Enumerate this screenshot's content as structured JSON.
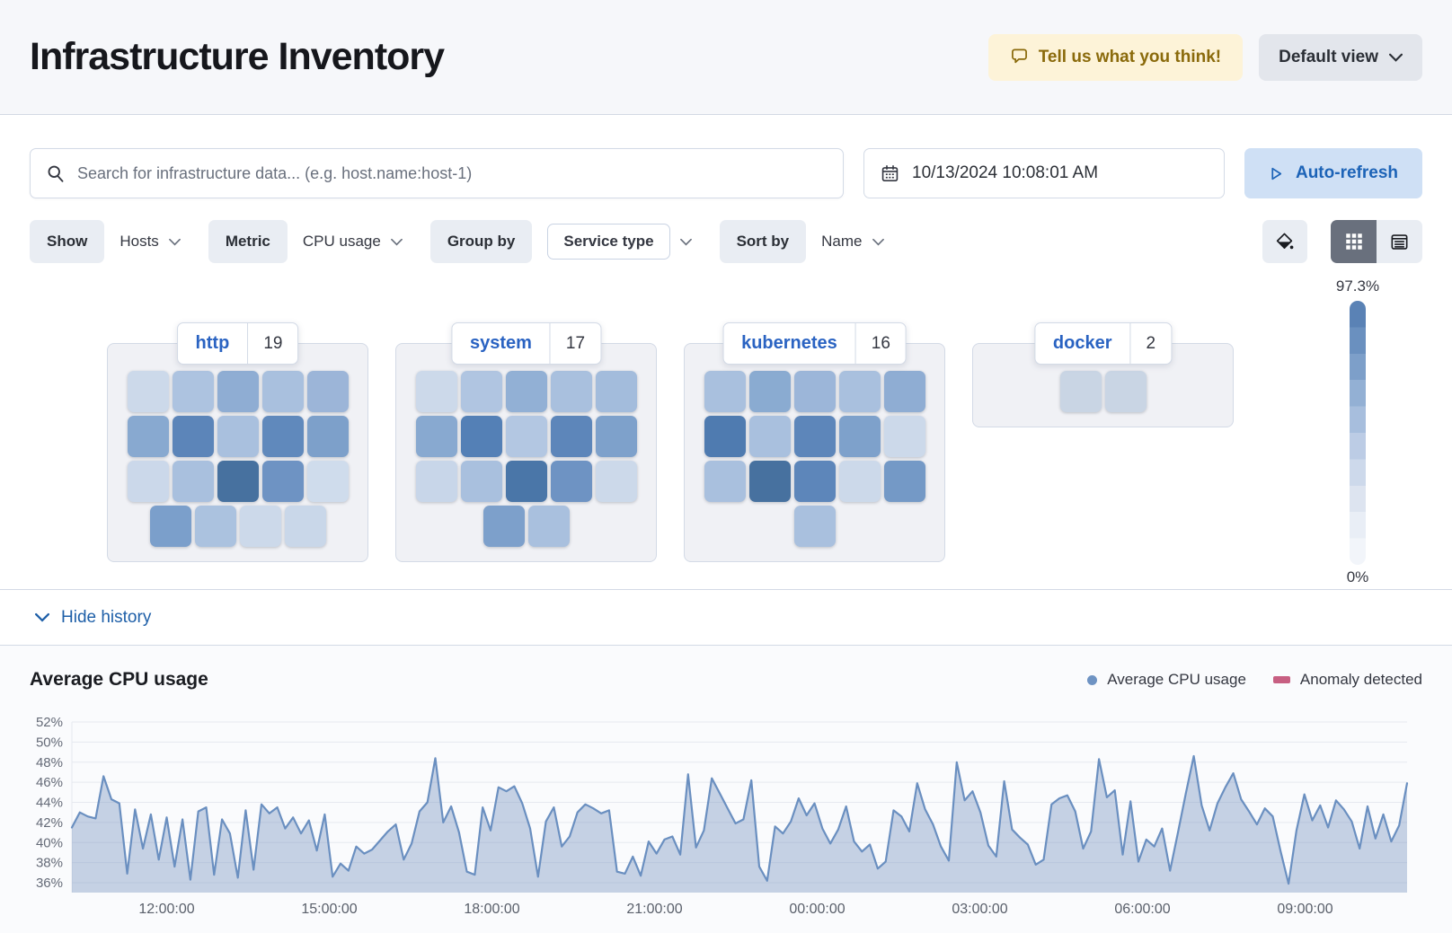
{
  "header": {
    "title": "Infrastructure Inventory",
    "feedback_label": "Tell us what you think!",
    "view_label": "Default view"
  },
  "toolbar": {
    "search_placeholder": "Search for infrastructure data... (e.g. host.name:host-1)",
    "date_time": "10/13/2024 10:08:01 AM",
    "auto_refresh_label": "Auto-refresh"
  },
  "filters": {
    "show_label": "Show",
    "show_value": "Hosts",
    "metric_label": "Metric",
    "metric_value": "CPU usage",
    "group_by_label": "Group by",
    "group_by_value": "Service type",
    "sort_by_label": "Sort by",
    "sort_by_value": "Name"
  },
  "waffle": {
    "legend_max": "97.3%",
    "legend_min": "0%",
    "legend_colors": [
      "#5a82b5",
      "#6a90bf",
      "#7d9fc9",
      "#93b0d4",
      "#a7bedd",
      "#bccce5",
      "#cdd9eb",
      "#dde4f0",
      "#e9eef6",
      "#f2f5fa"
    ],
    "groups": [
      {
        "name": "http",
        "count": "19",
        "tiles": [
          "#ccd9ea",
          "#adc3e0",
          "#8fadd3",
          "#a9c0de",
          "#9cb5d8",
          "#88a9d0",
          "#5c85b9",
          "#a9c0de",
          "#6089bc",
          "#7da0ca",
          "#cbd8ea",
          "#a9c0de",
          "#47719f",
          "#6e93c3",
          "#cfdcec",
          "#7b9fcb",
          "#abc2df",
          "#ccd9ea",
          "#c9d7e9"
        ]
      },
      {
        "name": "system",
        "count": "17",
        "tiles": [
          "#ccd9ea",
          "#b0c5e1",
          "#92b0d5",
          "#a9c0de",
          "#a3bcdc",
          "#88a9d0",
          "#5480b6",
          "#b3c7e2",
          "#5d86ba",
          "#7ea1cb",
          "#c8d6e9",
          "#a9c0de",
          "#4a76a8",
          "#6e93c3",
          "#ccd9ea",
          "#7da0cb",
          "#a9c0de"
        ]
      },
      {
        "name": "kubernetes",
        "count": "16",
        "tiles": [
          "#a9c0de",
          "#8aabd1",
          "#9cb6d9",
          "#a9c0de",
          "#8fadd3",
          "#4f7bb0",
          "#a9c0de",
          "#5d86ba",
          "#7ea1cb",
          "#ccd9ea",
          "#a9c0de",
          "#47719f",
          "#5d86ba",
          "#ccd9ea",
          "#7499c6",
          "#a9c0de"
        ]
      },
      {
        "name": "docker",
        "count": "2",
        "tiles": [
          "#c9d5e4",
          "#c9d5e4"
        ]
      }
    ]
  },
  "history": {
    "toggle_label": "Hide history"
  },
  "chart_data": {
    "type": "area",
    "title": "Average CPU usage",
    "legend": [
      {
        "label": "Average CPU usage",
        "color": "#6e93c3",
        "shape": "dot"
      },
      {
        "label": "Anomaly detected",
        "color": "#c75f82",
        "shape": "bar"
      }
    ],
    "x_tick_labels": [
      "12:00:00",
      "15:00:00",
      "18:00:00",
      "21:00:00",
      "00:00:00",
      "03:00:00",
      "06:00:00",
      "09:00:00"
    ],
    "y_tick_labels": [
      "36%",
      "38%",
      "40%",
      "42%",
      "44%",
      "46%",
      "48%",
      "50%",
      "52%"
    ],
    "ylim": [
      35,
      53
    ],
    "y_ticks": [
      36,
      38,
      40,
      42,
      44,
      46,
      48,
      50,
      52
    ],
    "line_color": "#6a8fc0",
    "fill_color": "rgba(125,150,192,0.42)",
    "grid_color": "#e6e9f0",
    "values": [
      41.5,
      43.0,
      42.6,
      42.4,
      46.6,
      44.3,
      43.9,
      36.9,
      43.3,
      39.4,
      42.8,
      38.3,
      42.5,
      37.6,
      42.3,
      36.3,
      43.1,
      43.5,
      36.8,
      42.3,
      40.9,
      36.5,
      43.2,
      37.3,
      43.8,
      42.9,
      43.5,
      41.4,
      42.5,
      40.9,
      42.2,
      39.2,
      42.8,
      36.6,
      37.9,
      37.2,
      39.6,
      38.9,
      39.3,
      40.2,
      41.1,
      41.8,
      38.3,
      39.9,
      43.1,
      44.0,
      48.4,
      42.0,
      43.6,
      41.0,
      37.1,
      36.8,
      43.5,
      41.2,
      45.5,
      45.1,
      45.6,
      43.9,
      41.4,
      36.6,
      42.1,
      43.5,
      39.6,
      40.6,
      43.0,
      43.8,
      43.4,
      42.9,
      43.2,
      37.1,
      36.9,
      38.6,
      36.7,
      40.1,
      38.9,
      40.3,
      40.6,
      38.8,
      46.8,
      39.5,
      41.2,
      46.4,
      44.9,
      43.4,
      41.9,
      42.3,
      46.2,
      37.6,
      36.2,
      41.6,
      40.9,
      42.1,
      44.4,
      42.7,
      43.9,
      41.4,
      39.9,
      41.3,
      43.6,
      40.1,
      39.1,
      39.8,
      37.4,
      38.1,
      43.2,
      42.6,
      41.1,
      45.9,
      43.3,
      41.8,
      39.6,
      38.2,
      48.0,
      44.2,
      45.1,
      43.0,
      39.7,
      38.6,
      46.1,
      41.3,
      40.5,
      39.8,
      37.8,
      38.3,
      43.8,
      44.4,
      44.7,
      43.1,
      39.4,
      41.1,
      48.3,
      44.5,
      45.2,
      38.8,
      44.1,
      38.1,
      40.3,
      39.6,
      41.4,
      37.2,
      41.0,
      44.9,
      48.6,
      43.7,
      41.2,
      43.9,
      45.5,
      46.9,
      44.3,
      43.1,
      41.8,
      43.4,
      42.6,
      39.1,
      35.9,
      41.2,
      44.8,
      42.2,
      43.7,
      41.5,
      44.2,
      43.3,
      42.1,
      39.4,
      43.6,
      40.4,
      42.8,
      40.1,
      41.7,
      45.9
    ]
  }
}
